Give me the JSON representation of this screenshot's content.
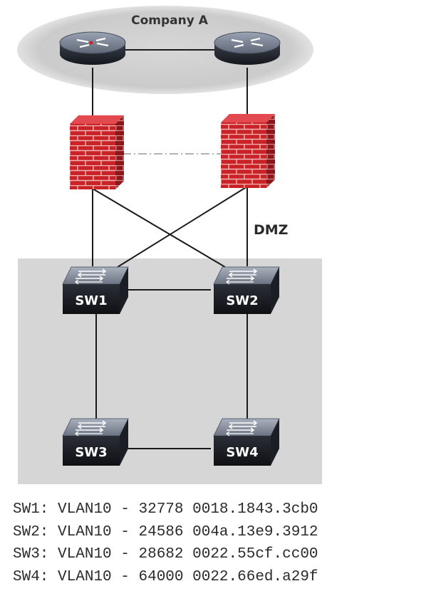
{
  "network": {
    "company_label": "Company A",
    "dmz_label": "DMZ",
    "switches": [
      {
        "id": "sw1",
        "label": "SW1"
      },
      {
        "id": "sw2",
        "label": "SW2"
      },
      {
        "id": "sw3",
        "label": "SW3"
      },
      {
        "id": "sw4",
        "label": "SW4"
      }
    ]
  },
  "bridge_info": [
    {
      "switch": "SW1:",
      "vlan": "VLAN10",
      "sep": "-",
      "priority": "32778",
      "mac": "0018.1843.3cb0"
    },
    {
      "switch": "SW2:",
      "vlan": "VLAN10",
      "sep": "-",
      "priority": "24586",
      "mac": "004a.13e9.3912"
    },
    {
      "switch": "SW3:",
      "vlan": "VLAN10",
      "sep": "-",
      "priority": "28682",
      "mac": "0022.55cf.cc00"
    },
    {
      "switch": "SW4:",
      "vlan": "VLAN10",
      "sep": "-",
      "priority": "64000",
      "mac": "0022.66ed.a29f"
    }
  ]
}
